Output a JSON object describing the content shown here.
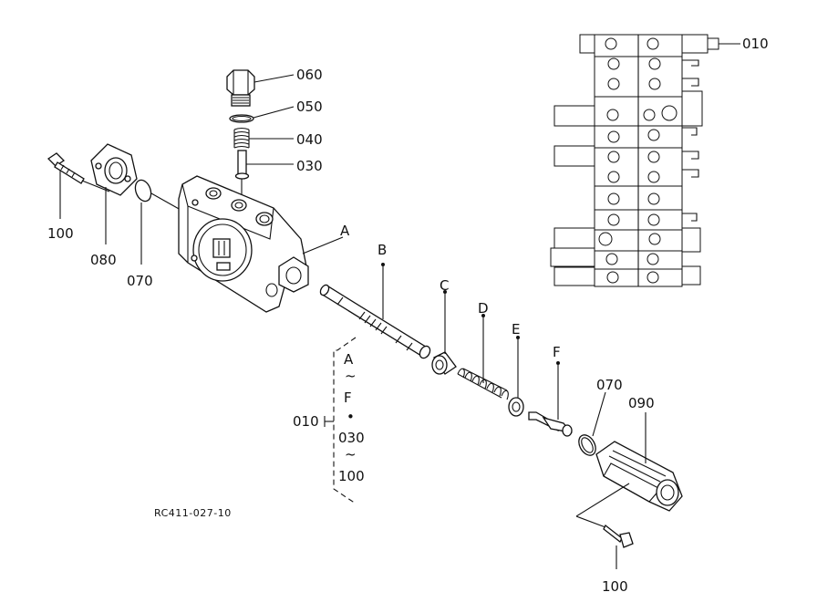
{
  "figure_ref": "RC411-027-10",
  "callouts": {
    "p010_top": "010",
    "p060": "060",
    "p050": "050",
    "p040": "040",
    "p030": "030",
    "p100_left": "100",
    "p080": "080",
    "p070_left": "070",
    "pA": "A",
    "pB": "B",
    "pC": "C",
    "pD": "D",
    "pE": "E",
    "pF": "F",
    "p070_right": "070",
    "p090": "090",
    "p100_bottom": "100"
  },
  "assembly_group": {
    "number": "010",
    "range_start": "A",
    "range_sep1": "~",
    "range_mid": "F",
    "range_dot": "•",
    "range_second_start": "030",
    "range_sep2": "~",
    "range_end": "100"
  }
}
